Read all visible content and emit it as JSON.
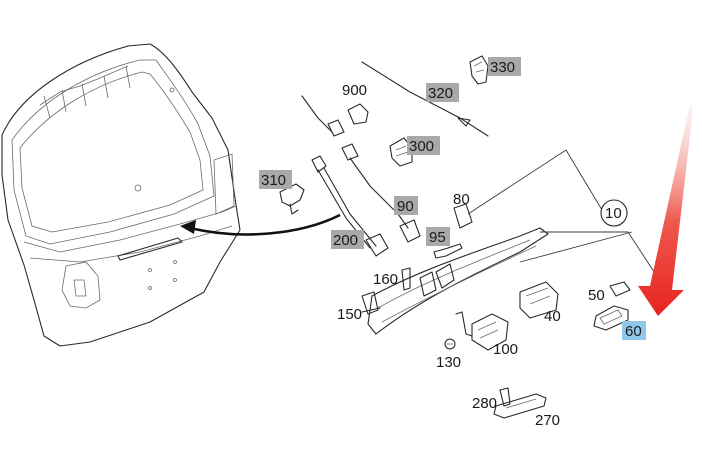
{
  "colors": {
    "label_highlight_gray": "#a9a9a9",
    "label_highlight_blue": "#8fc8e8",
    "arrow_red": "#e8231f",
    "line": "#2a2a2a"
  },
  "callouts": {
    "p330": "330",
    "p900": "900",
    "p320": "320",
    "p300": "300",
    "p310": "310",
    "p80": "80",
    "p90": "90",
    "p10": "10",
    "p200": "200",
    "p95": "95",
    "p160": "160",
    "p50": "50",
    "p150": "150",
    "p40": "40",
    "p60": "60",
    "p100": "100",
    "p130": "130",
    "p280": "280",
    "p270": "270"
  }
}
